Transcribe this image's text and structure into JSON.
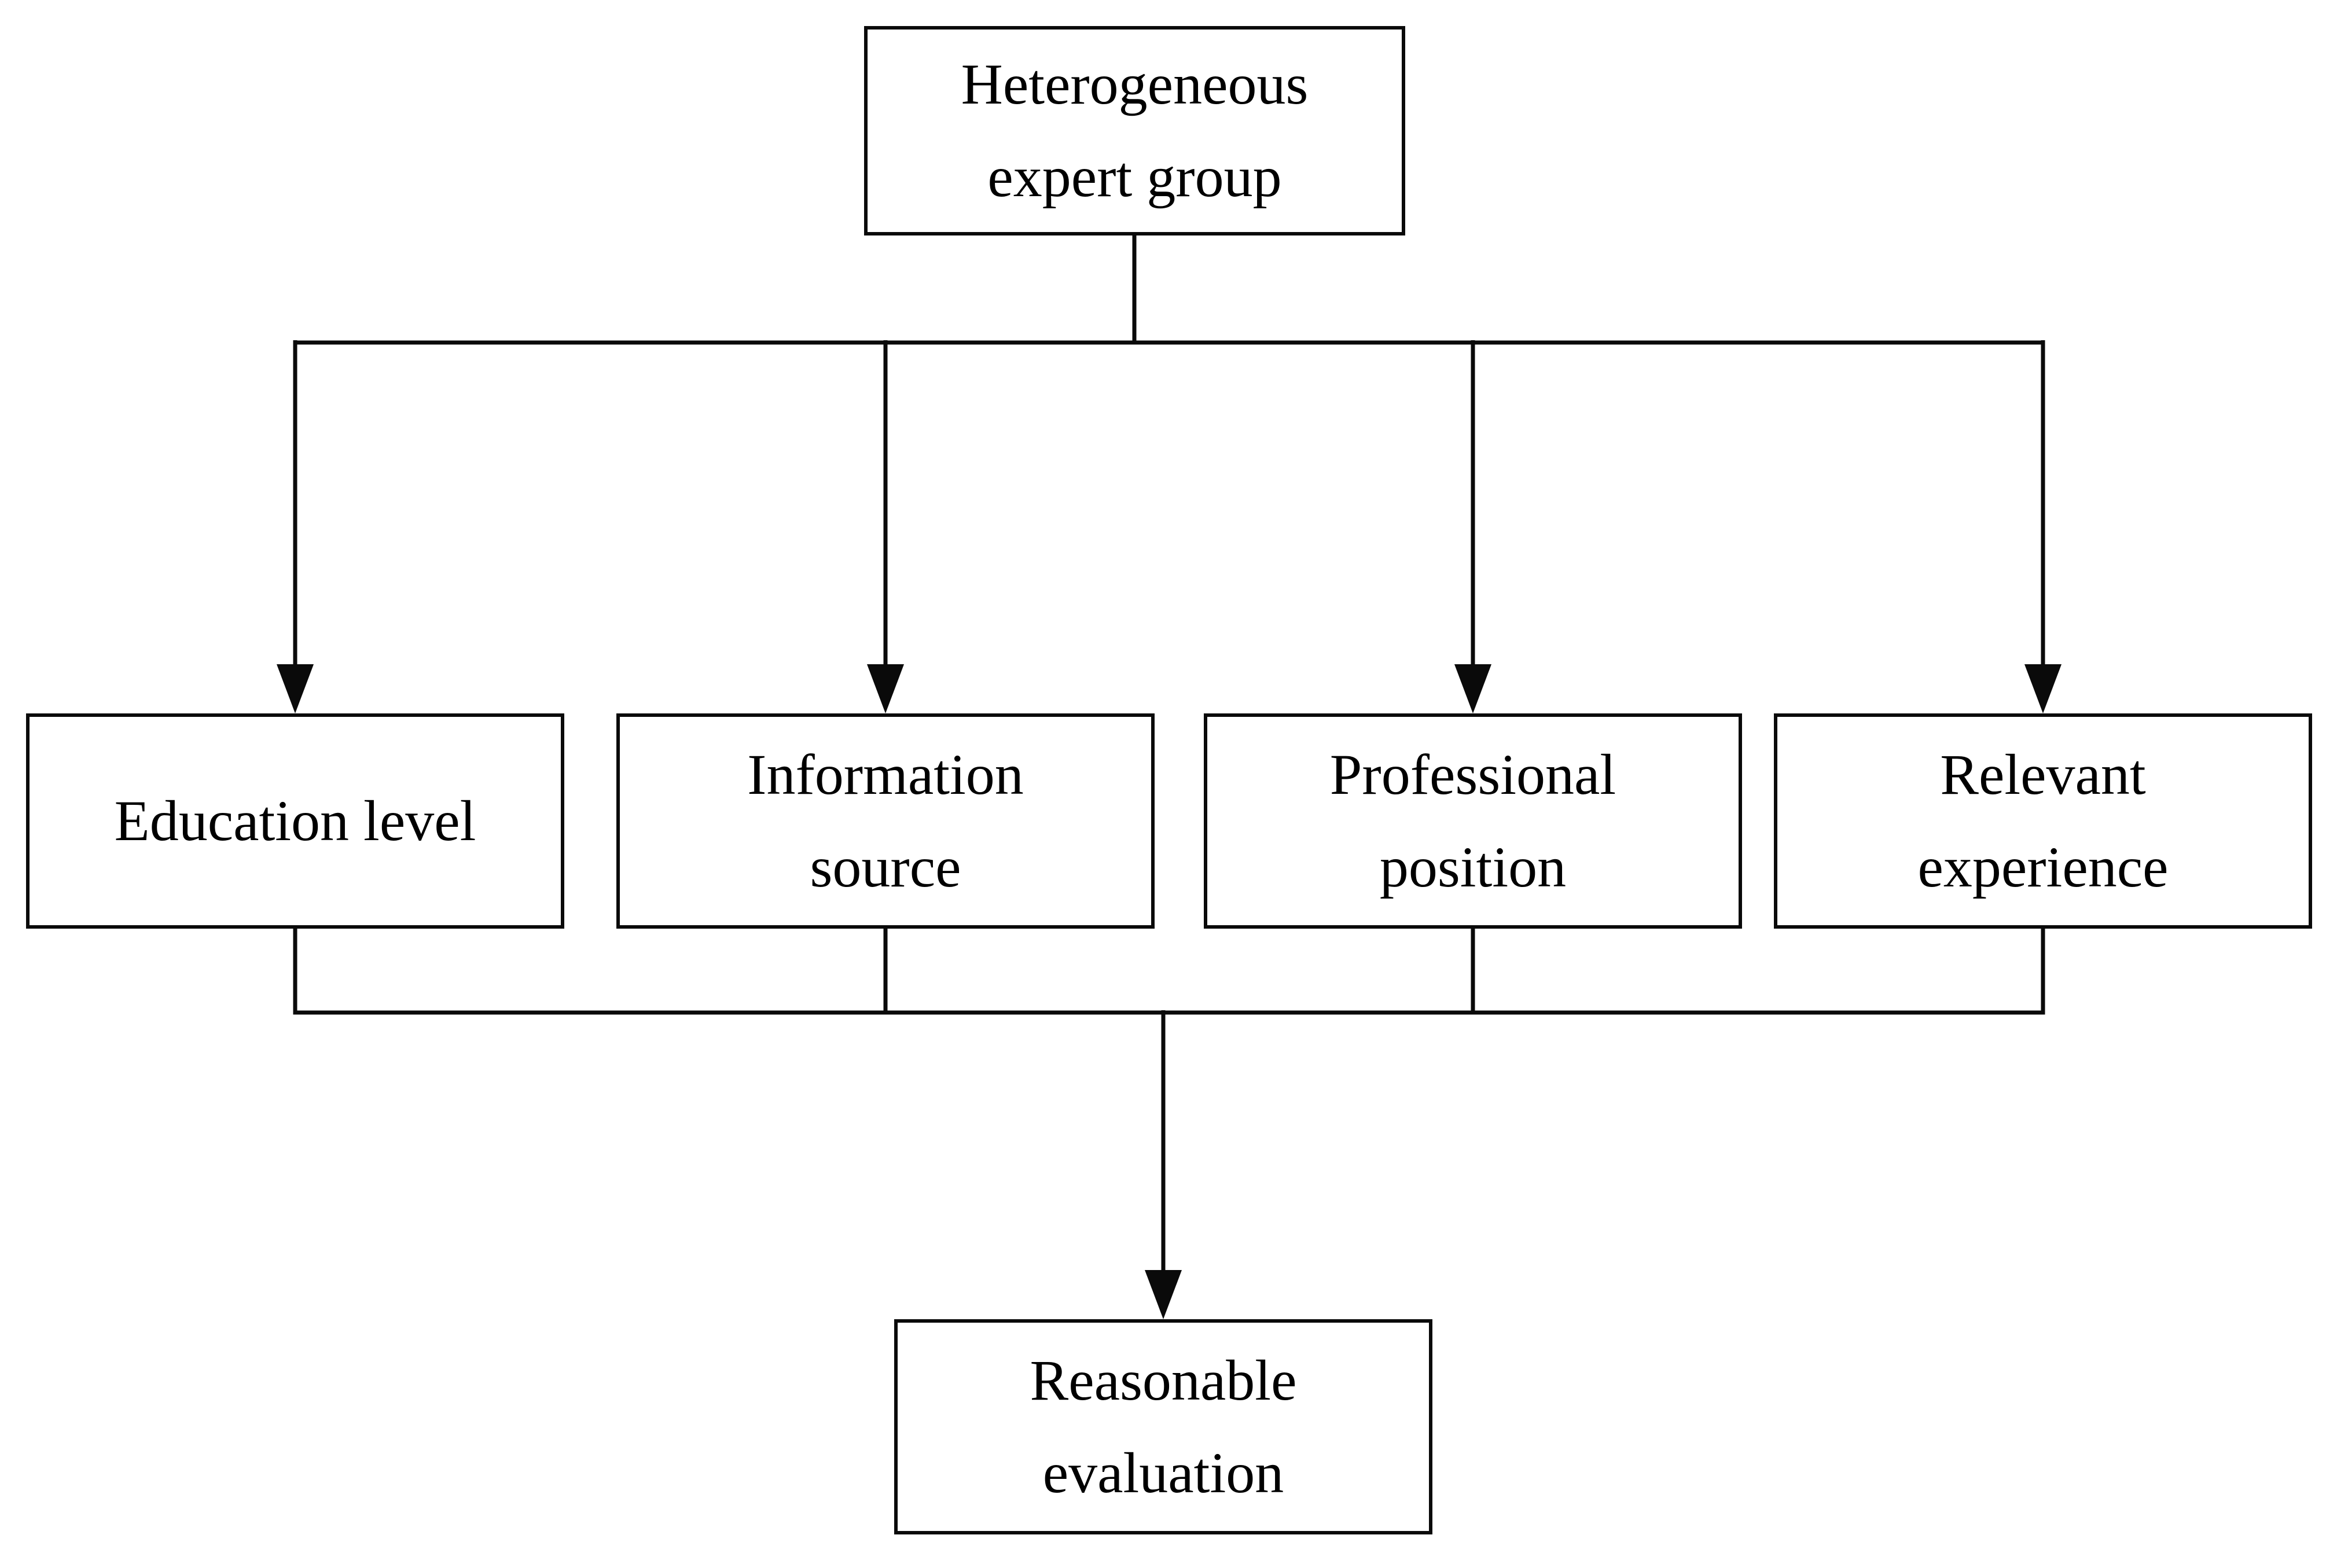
{
  "diagram": {
    "type": "flowchart",
    "colors": {
      "background": "#ffffff",
      "box_fill": "#ffffff",
      "box_border": "#0a0a0a",
      "text": "#000000",
      "connector": "#0a0a0a"
    },
    "nodes": {
      "root": {
        "lines": [
          "Heterogeneous",
          "expert group"
        ]
      },
      "education": {
        "lines": [
          "Education level"
        ]
      },
      "information": {
        "lines": [
          "Information",
          "source"
        ]
      },
      "professional": {
        "lines": [
          "Professional",
          "position"
        ]
      },
      "relevant": {
        "lines": [
          "Relevant",
          "experience"
        ]
      },
      "evaluation": {
        "lines": [
          "Reasonable",
          "evaluation"
        ]
      }
    },
    "edges": [
      {
        "from": "root",
        "to": "education"
      },
      {
        "from": "root",
        "to": "information"
      },
      {
        "from": "root",
        "to": "professional"
      },
      {
        "from": "root",
        "to": "relevant"
      },
      {
        "from": "education",
        "to": "evaluation"
      },
      {
        "from": "information",
        "to": "evaluation"
      },
      {
        "from": "professional",
        "to": "evaluation"
      },
      {
        "from": "relevant",
        "to": "evaluation"
      }
    ]
  }
}
